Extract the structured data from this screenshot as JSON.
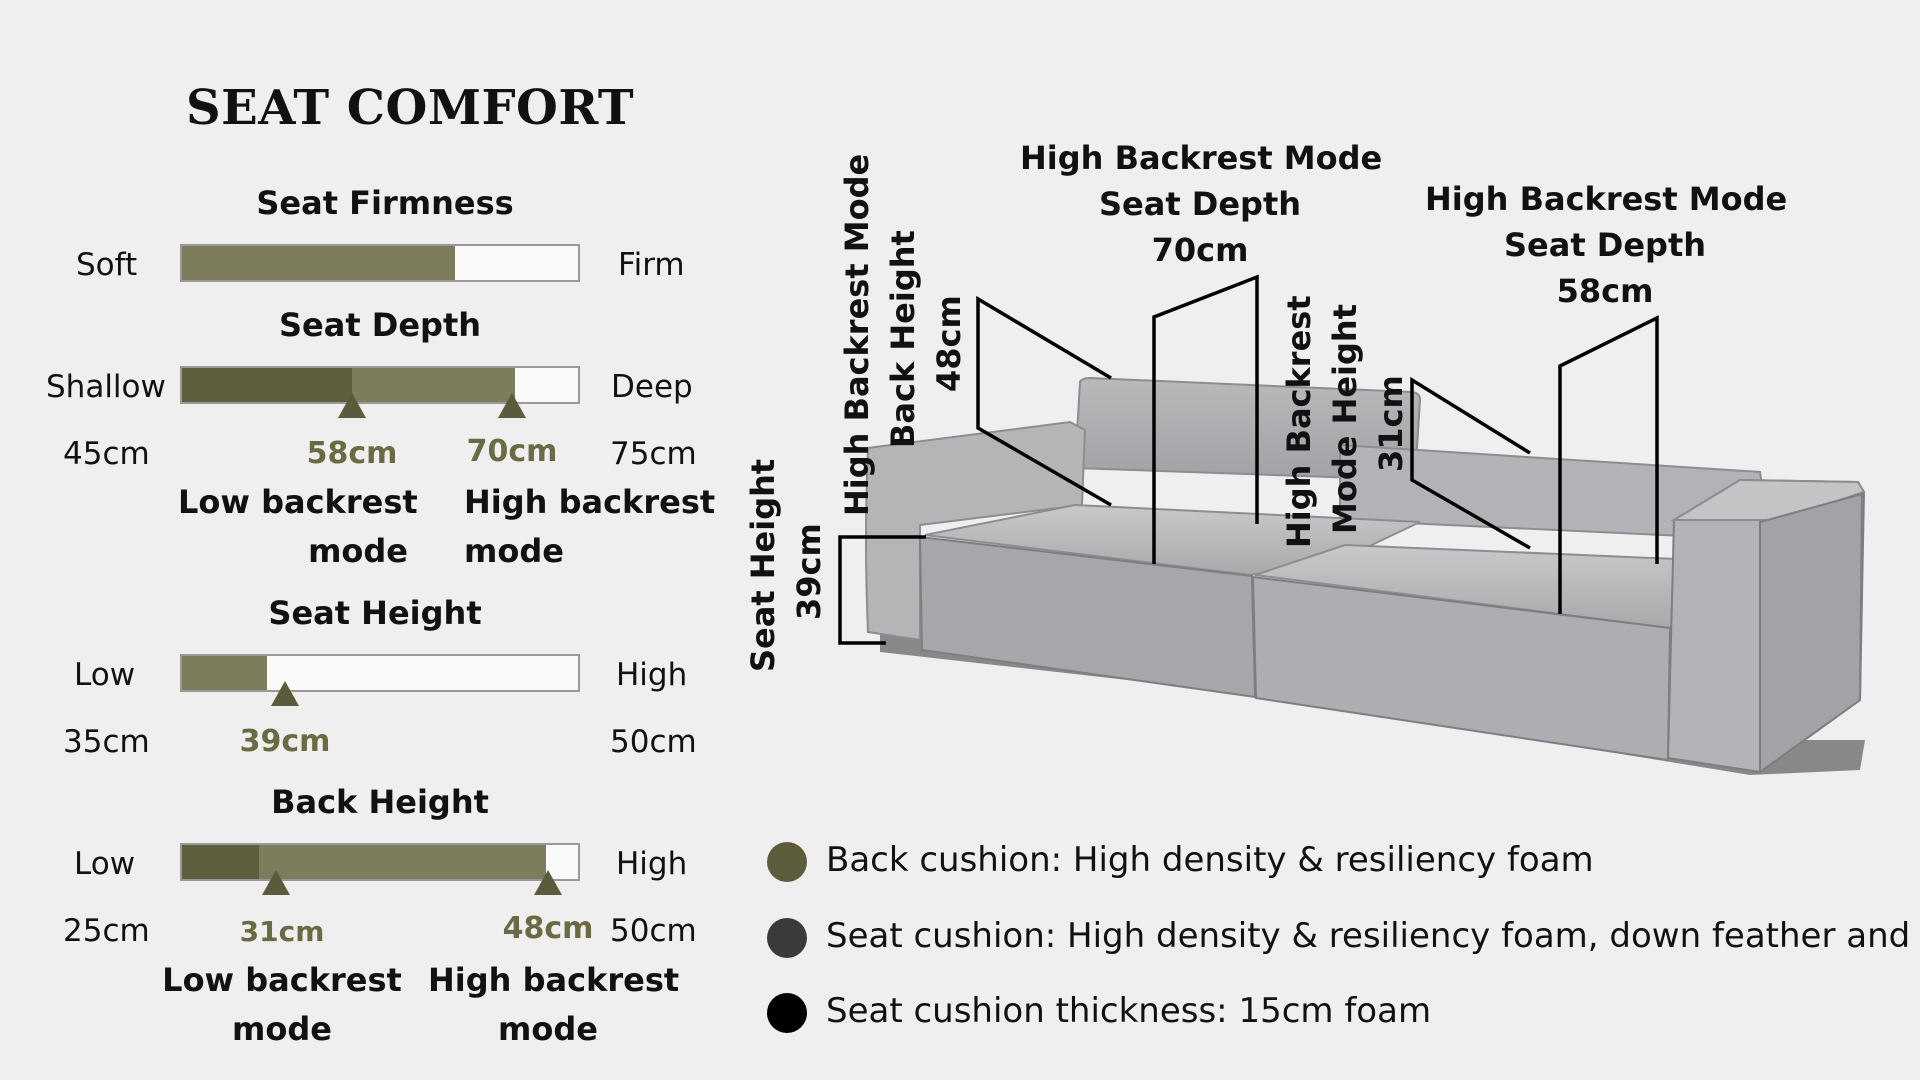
{
  "title": "SEAT COMFORT",
  "firmness": {
    "title": "Seat Firmness",
    "left": "Soft",
    "right": "Firm",
    "level_percent": 69
  },
  "depth": {
    "title": "Seat Depth",
    "left": "Shallow",
    "right": "Deep",
    "min": "45cm",
    "max": "75cm",
    "low_value": "58cm",
    "high_value": "70cm",
    "low_mode": [
      "Low backrest",
      "mode"
    ],
    "high_mode": [
      "High backrest",
      "mode"
    ]
  },
  "height": {
    "title": "Seat Height",
    "left": "Low",
    "right": "High",
    "min": "35cm",
    "max": "50cm",
    "value": "39cm"
  },
  "back": {
    "title": "Back Height",
    "left": "Low",
    "right": "High",
    "min": "25cm",
    "max": "50cm",
    "low_value": "31cm",
    "high_value": "48cm",
    "low_mode": [
      "Low backrest",
      "mode"
    ],
    "high_mode": [
      "High backrest",
      "mode"
    ]
  },
  "diagram": {
    "hb_depth_70": [
      "High Backrest Mode",
      "Seat Depth",
      "70cm"
    ],
    "hb_depth_58": [
      "High Backrest Mode",
      "Seat Depth",
      "58cm"
    ],
    "back_height_v1": "High Backrest Mode",
    "back_height_v2": "Back Height",
    "back_height_v3": "48cm",
    "mode_height_v1": "High Backrest",
    "mode_height_v2": "Mode Height",
    "mode_height_v3": "31cm",
    "seat_height_v1": "Seat Height",
    "seat_height_v2": "39cm"
  },
  "legend": [
    {
      "text": "Back cushion: High density & resiliency foam",
      "color": "#5c5c3c"
    },
    {
      "text": "Seat cushion: High density & resiliency foam, down feather and fibre",
      "color": "#3a3a3a"
    },
    {
      "text": "Seat cushion thickness: 15cm foam",
      "color": "#000000"
    }
  ],
  "colors": {
    "olive_light": "#7d7d5e",
    "olive_dark": "#5e5e3e",
    "value_text": "#6a6a44"
  }
}
